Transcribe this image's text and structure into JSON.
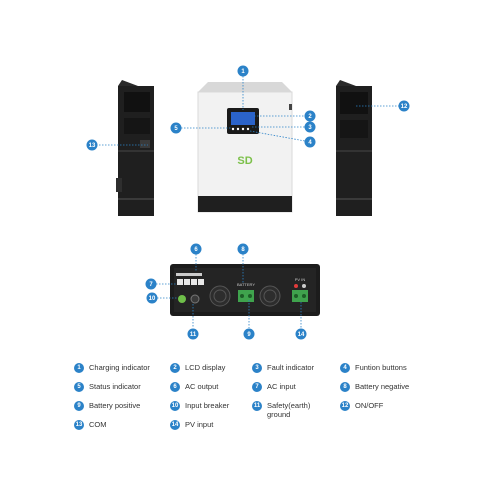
{
  "accent_color": "#2b82c8",
  "brand_logo": "SD",
  "components": [
    {
      "num": "1",
      "label": "Charging indicator"
    },
    {
      "num": "2",
      "label": "LCD display"
    },
    {
      "num": "3",
      "label": "Fault indicator"
    },
    {
      "num": "4",
      "label": "Funtion buttons"
    },
    {
      "num": "5",
      "label": "Status indicator"
    },
    {
      "num": "6",
      "label": "AC output"
    },
    {
      "num": "7",
      "label": "AC input"
    },
    {
      "num": "8",
      "label": "Battery negative"
    },
    {
      "num": "9",
      "label": "Battery positive"
    },
    {
      "num": "10",
      "label": "Input breaker"
    },
    {
      "num": "11",
      "label": "Safety(earth)\nground"
    },
    {
      "num": "12",
      "label": "ON/OFF"
    },
    {
      "num": "13",
      "label": "COM"
    },
    {
      "num": "14",
      "label": "PV  input"
    }
  ],
  "panel_labels": {
    "battery": "BATTERY",
    "pv": "PV  IN"
  }
}
